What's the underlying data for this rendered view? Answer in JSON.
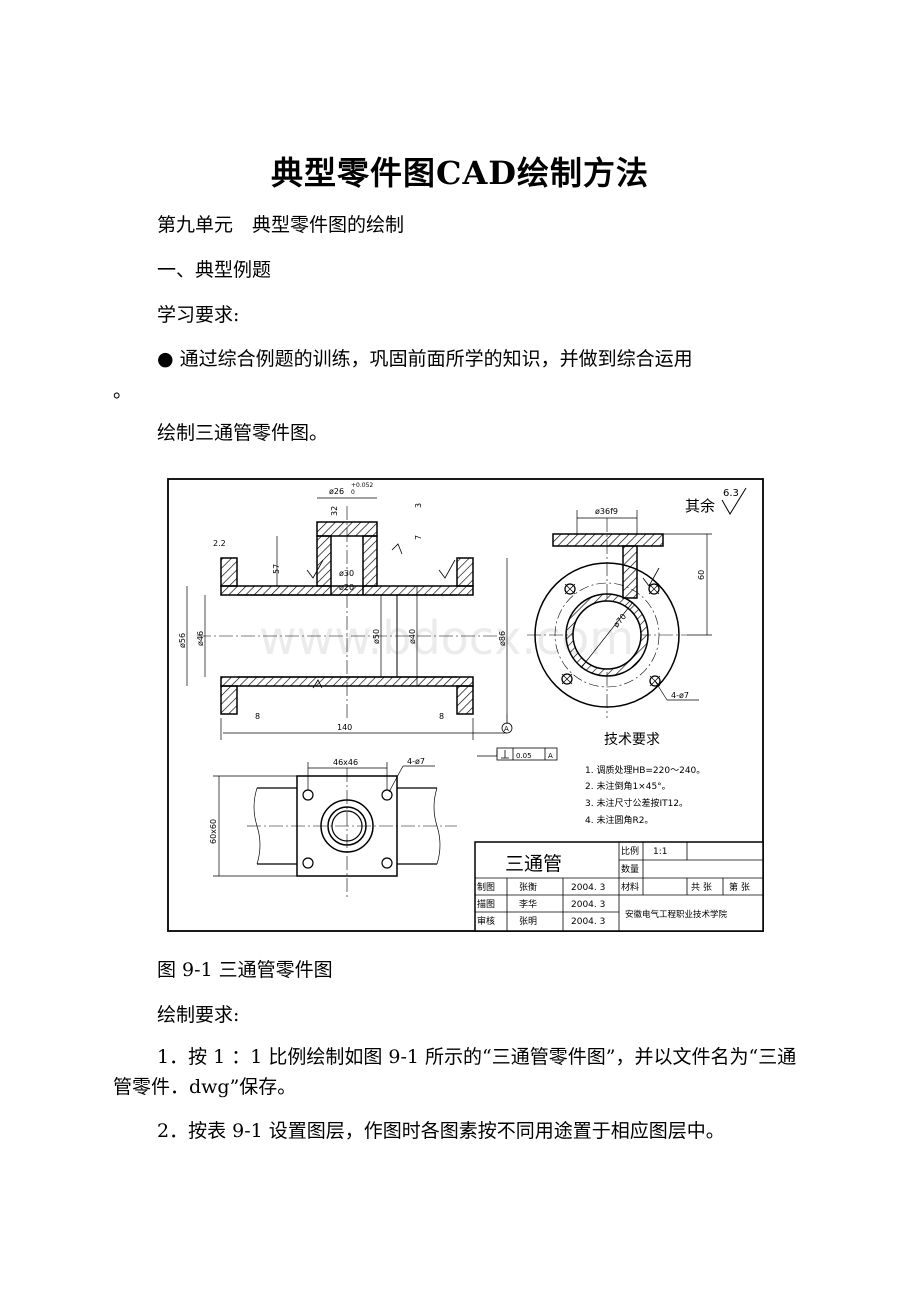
{
  "document": {
    "title": "典型零件图CAD绘制方法",
    "paragraphs": [
      "第九单元　典型零件图的绘制",
      "一、典型例题",
      "学习要求:",
      "● 通过综合例题的训练，巩固前面所学的知识，并做到综合运用",
      "。",
      "绘制三通管零件图。"
    ],
    "figure_caption": "图 9-1 三通管零件图",
    "requirements_heading": "绘制要求:",
    "requirements": [
      "1．按 1 ：1 比例绘制如图 9-1 所示的“三通管零件图”，并以文件名为“三通管零件．dwg”保存。",
      "2．按表 9-1 设置图层，作图时各图素按不同用途置于相应图层中。"
    ]
  },
  "drawing": {
    "roughness_note": "其余",
    "roughness_value": "6.3",
    "dimensions": {
      "top_flange": "ø26",
      "top_tol_upper": "+0.052",
      "top_tol_lower": "0",
      "d32": "32",
      "d3": "3",
      "d7": "7",
      "d22": "2.2",
      "d57": "57",
      "d30": "ø30",
      "d20": "ø20",
      "d56": "ø56",
      "d46": "ø46",
      "d50": "ø50",
      "d40": "ø40",
      "d86": "ø86",
      "d8_left": "8",
      "d8_right": "8",
      "d140": "140",
      "fit": "ø36f9",
      "d60": "60",
      "d70": "ø70",
      "holes_side": "4-ø7",
      "square": "46x46",
      "holes_top": "4-ø7",
      "d60x60": "60x60",
      "datum": "A",
      "tolerance": "0.05",
      "tolerance_datum": "A"
    },
    "tech_req_title": "技术要求",
    "tech_reqs": [
      "1. 调质处理HB=220～240。",
      "2. 未注倒角1×45°。",
      "3. 未注尺寸公差按IT12。",
      "4. 未注圆角R2。"
    ],
    "title_block": {
      "part_name": "三通管",
      "scale_label": "比例",
      "scale_value": "1:1",
      "qty_label": "数量",
      "material_label": "材料",
      "sheets_total": "共 张",
      "sheet_no": "第 张",
      "rows": [
        {
          "role": "制图",
          "name": "张衡",
          "date": "2004. 3"
        },
        {
          "role": "描图",
          "name": "李华",
          "date": "2004. 3"
        },
        {
          "role": "审核",
          "name": "张明",
          "date": "2004. 3"
        }
      ],
      "school": "安徽电气工程职业技术学院"
    },
    "watermark": "www.bdocx.com"
  }
}
